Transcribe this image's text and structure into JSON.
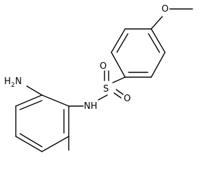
{
  "molecule": {
    "atoms": {
      "amine": {
        "element": "H",
        "count": "2",
        "heteroatom": "N"
      },
      "sulfonamide_nh": "NH",
      "sulfur": "S",
      "oxygen_top": "O",
      "oxygen_right": "O",
      "oxygen_methoxy": "O"
    },
    "colors": {
      "bond": "#000000",
      "label": "#000000",
      "background": "#ffffff"
    }
  }
}
